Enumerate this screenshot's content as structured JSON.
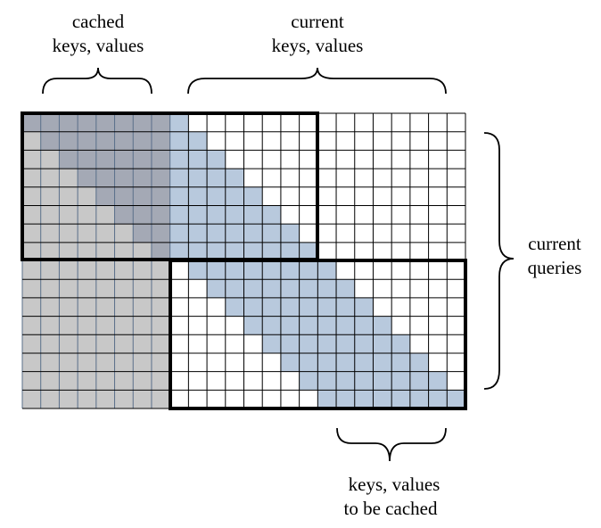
{
  "labels": {
    "cached_line1": "cached",
    "cached_line2": "keys, values",
    "current_line1": "current",
    "current_line2": "keys, values",
    "queries_line1": "current",
    "queries_line2": "queries",
    "tobecached_line1": "keys, values",
    "tobecached_line2": "to be cached"
  },
  "grid": {
    "rows": 16,
    "cols": 24,
    "cached_cols": 8
  },
  "colors": {
    "cached_gray": "#c8c8c8",
    "cached_dark": "#a4a9b5",
    "blue": "#b8c9dd",
    "white": "#ffffff",
    "line": "#000000",
    "blue_edge": "#5a6f8a"
  }
}
